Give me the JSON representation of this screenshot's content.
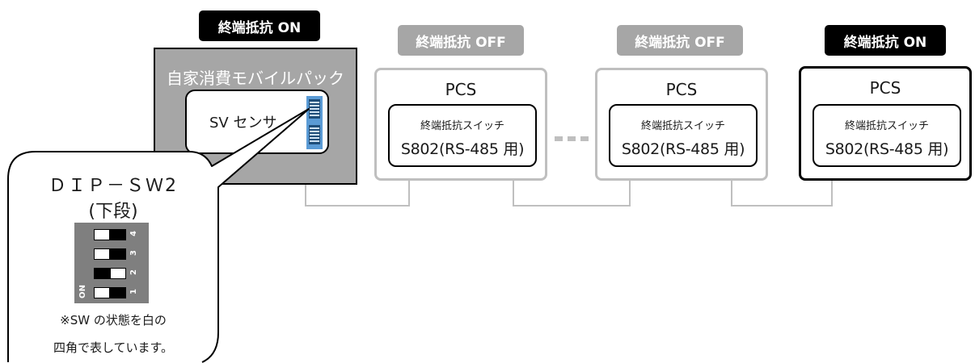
{
  "badges": [
    {
      "label": "終端抵抗 ON"
    },
    {
      "label": "終端抵抗 OFF"
    },
    {
      "label": "終端抵抗 OFF"
    },
    {
      "label": "終端抵抗 ON"
    }
  ],
  "mobile_pack": {
    "title": "自家消費モバイルパック",
    "sensor_label": "SV センサ"
  },
  "pcs_units": [
    {
      "title": "PCS",
      "switch_label": "終端抵抗スイッチ",
      "switch_name": "S802(RS-485 用)"
    },
    {
      "title": "PCS",
      "switch_label": "終端抵抗スイッチ",
      "switch_name": "S802(RS-485 用)"
    },
    {
      "title": "PCS",
      "switch_label": "終端抵抗スイッチ",
      "switch_name": "S802(RS-485 用)"
    }
  ],
  "callout": {
    "title": "ＤＩＰ－ＳＷ2",
    "subtitle": "(下段)",
    "on_label": "ON",
    "positions": [
      {
        "num": "4",
        "state": "OFF"
      },
      {
        "num": "3",
        "state": "OFF"
      },
      {
        "num": "2",
        "state": "ON"
      },
      {
        "num": "1",
        "state": "OFF"
      }
    ],
    "note_line1": "※SW の状態を白の",
    "note_line2": "四角で表しています。"
  },
  "colors": {
    "on_badge": "#000000",
    "off_badge": "#a6a6a6",
    "pack_bg": "#a6a6a6",
    "dip_highlight": "#5b9bd5",
    "wire": "#bfbfbf"
  }
}
